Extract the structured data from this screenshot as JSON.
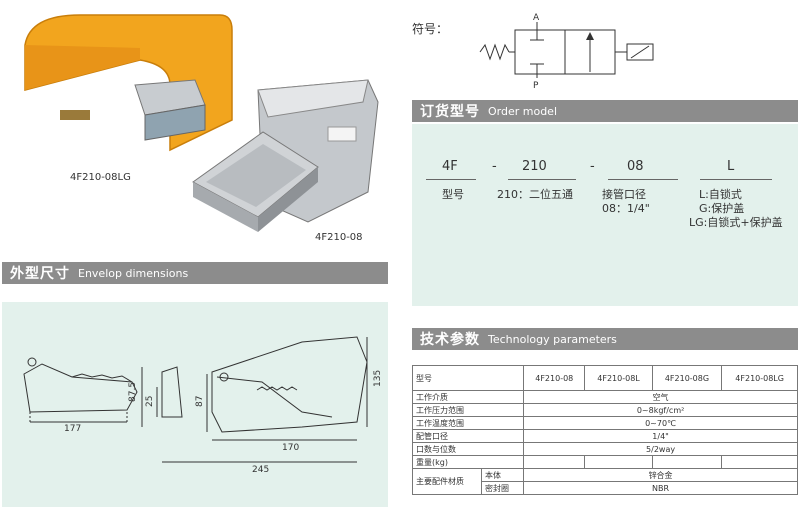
{
  "photos": {
    "product1_label": "4F210-08LG",
    "product2_label": "4F210-08"
  },
  "symbol": {
    "label": "符号：",
    "port_a": "A",
    "port_p": "P"
  },
  "order_model": {
    "title_cn": "订货型号",
    "title_en": "Order model",
    "codes": [
      "4F",
      "-",
      "210",
      "-",
      "08",
      "L"
    ],
    "desc_type": "型号",
    "desc_210": "210：二位五通",
    "desc_port_1": "接管口径",
    "desc_port_2": "08：1/4\"",
    "desc_l_1": "L:自锁式",
    "desc_l_2": "G:保护盖",
    "desc_l_3": "LG:自锁式+保护盖"
  },
  "envelop": {
    "title_cn": "外型尺寸",
    "title_en": "Envelop dimensions",
    "dims": [
      "177",
      "87.5",
      "25",
      "87",
      "170",
      "245",
      "135"
    ]
  },
  "tech": {
    "title_cn": "技术参数",
    "title_en": "Technology parameters",
    "header": [
      "型号",
      "4F210-08",
      "4F210-08L",
      "4F210-08G",
      "4F210-08LG"
    ],
    "rows": [
      {
        "label": "工作介质",
        "value": "空气"
      },
      {
        "label": "工作压力范围",
        "value": "0~8kgf/cm²"
      },
      {
        "label": "工作温度范围",
        "value": "0~70℃"
      },
      {
        "label": "配管口径",
        "value": "1/4\""
      },
      {
        "label": "口数与位数",
        "value": "5/2way"
      },
      {
        "label": "重量(kg)",
        "value": ""
      }
    ],
    "materials_label": "主要配件材质",
    "materials": [
      {
        "part": "本体",
        "value": "锌合金"
      },
      {
        "part": "密封圈",
        "value": "NBR"
      }
    ]
  }
}
